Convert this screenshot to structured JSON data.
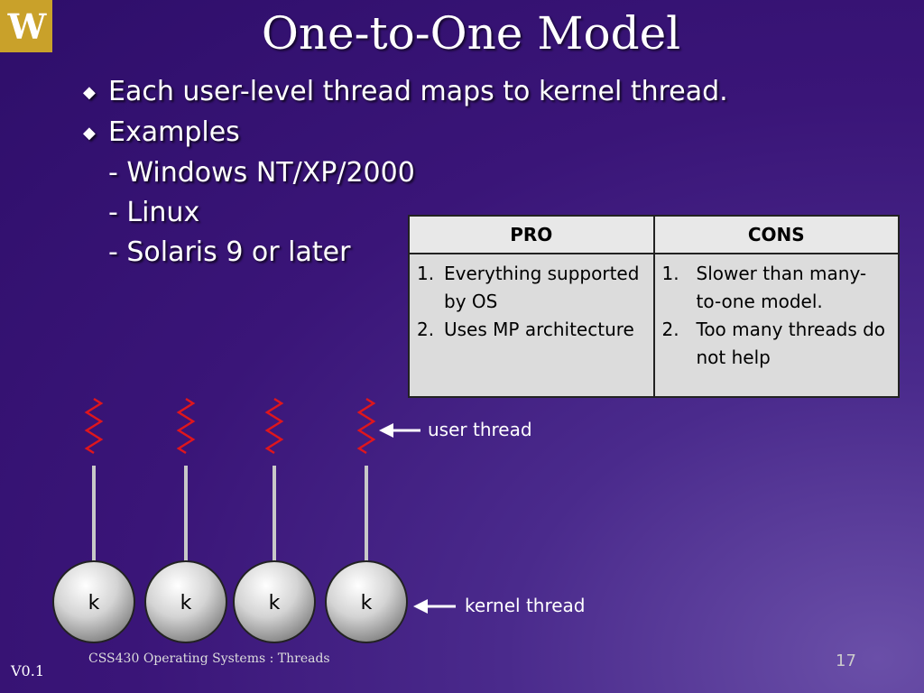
{
  "logo": {
    "letter": "W",
    "color": "#c9a12a"
  },
  "slide": {
    "title": "One-to-One Model",
    "bullets": [
      "Each user-level thread maps to kernel thread.",
      "Examples"
    ],
    "examples": [
      "- Windows NT/XP/2000",
      "- Linux",
      "- Solaris 9 or later"
    ]
  },
  "table": {
    "headers": {
      "pro": "PRO",
      "cons": "CONS"
    },
    "pro": [
      {
        "num": "1.",
        "text": "Everything supported by OS"
      },
      {
        "num": "2.",
        "text": "Uses MP architecture"
      }
    ],
    "cons": [
      {
        "num": "1.",
        "text": "Slower than many-to-one model."
      },
      {
        "num": "2.",
        "text": "Too many threads do not help"
      }
    ]
  },
  "diagram": {
    "user_thread_label": "user thread",
    "kernel_thread_label": "kernel thread",
    "kernel_letter": "k",
    "thread_count": 4,
    "squiggle_color": "#e0161c"
  },
  "footer": {
    "course": "CSS430 Operating Systems : Threads",
    "page": "17",
    "version": "V0.1"
  }
}
